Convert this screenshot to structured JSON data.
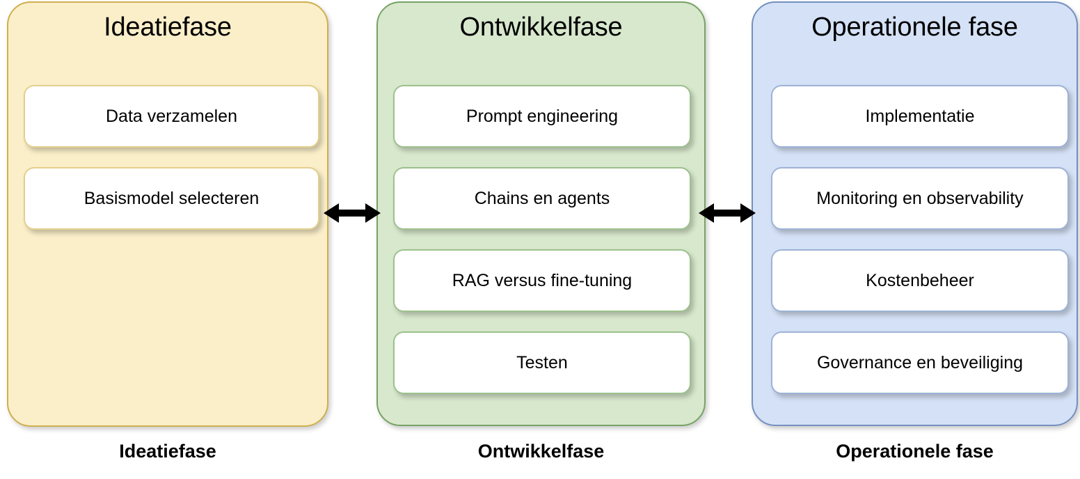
{
  "diagram": {
    "title_text": "",
    "columns": [
      {
        "id": "ideatie",
        "title": "Ideatiefase",
        "caption": "Ideatiefase",
        "fill_color": "#fbefc9",
        "border_color": "#cfaf4f",
        "card_border_color": "#e4cf8c",
        "items": [
          {
            "label": "Data verzamelen"
          },
          {
            "label": "Basismodel selecteren"
          }
        ]
      },
      {
        "id": "ontwikkel",
        "title": "Ontwikkelfase",
        "caption": "Ontwikkelfase",
        "fill_color": "#d8e8cd",
        "border_color": "#77a265",
        "card_border_color": "#9dc18d",
        "items": [
          {
            "label": "Prompt engineering"
          },
          {
            "label": "Chains en agents"
          },
          {
            "label": "RAG versus fine-tuning"
          },
          {
            "label": "Testen"
          }
        ]
      },
      {
        "id": "operationeel",
        "title": "Operationele fase",
        "caption": "Operationele fase",
        "fill_color": "#d5e1f6",
        "border_color": "#7490bf",
        "card_border_color": "#9db3d6",
        "items": [
          {
            "label": "Implementatie"
          },
          {
            "label": "Monitoring en observability"
          },
          {
            "label": "Kostenbeheer"
          },
          {
            "label": "Governance en beveiliging"
          }
        ]
      }
    ],
    "connectors": [
      {
        "id": "ideatie-ontwikkel",
        "icon": "double-arrow-icon",
        "color": "#000000"
      },
      {
        "id": "ontwikkel-operationeel",
        "icon": "double-arrow-icon",
        "color": "#000000"
      }
    ],
    "background_color": "#ffffff"
  }
}
